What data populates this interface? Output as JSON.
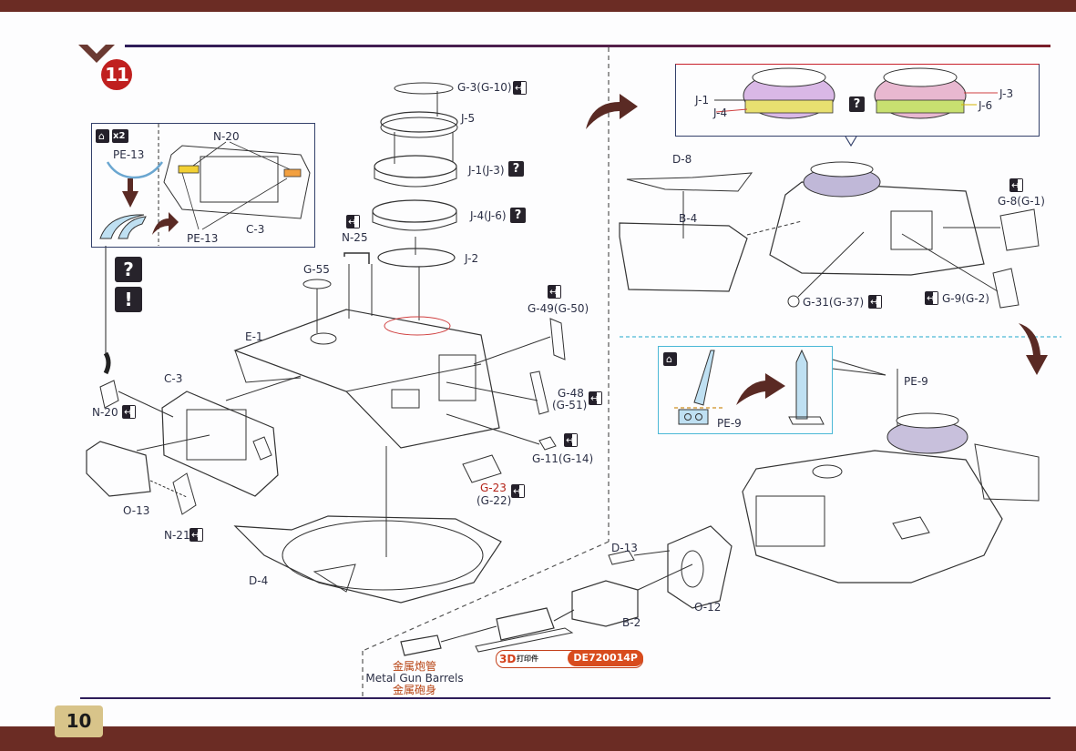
{
  "page": {
    "number": "10",
    "step": "11",
    "colors": {
      "band": "#6b2c24",
      "accent_red": "#c0201f",
      "page_tab": "#d8c48a",
      "rule": "#2e1d5a"
    }
  },
  "inset_pe13": {
    "qty_label": "x2",
    "icons": [
      "bend-photo-etch-icon"
    ],
    "part_label": "PE-13",
    "c3_labels": {
      "n20": "N-20",
      "pe13": "PE-13",
      "c3": "C-3"
    }
  },
  "turret_stack": [
    {
      "part": "G-3(G-10)",
      "icon": "swap-alt-icon"
    },
    {
      "part": "J-5"
    },
    {
      "part": "J-1(J-3)",
      "icon": "question-icon"
    },
    {
      "part": "J-4(J-6)",
      "icon": "question-icon"
    },
    {
      "part": "J-2"
    }
  ],
  "left_labels": {
    "n25": "N-25",
    "g55": "G-55",
    "e1": "E-1",
    "c3": "C-3",
    "n20": "N-20",
    "o13": "O-13",
    "n21": "N-21",
    "d4": "D-4"
  },
  "right_column_labels": {
    "g49": "G-49(G-50)",
    "g48_a": "G-48",
    "g48_b": "(G-51)",
    "g11": "G-11(G-14)",
    "g23_a": "G-23",
    "g23_b": "(G-22)"
  },
  "side_icons": {
    "question": "?",
    "warning": "!"
  },
  "option_box": {
    "left": {
      "upper": "J-1",
      "lower": "J-4"
    },
    "right": {
      "upper": "J-3",
      "lower": "J-6"
    },
    "question": "?"
  },
  "upper_right_labels": {
    "d8": "D-8",
    "b4": "B-4",
    "g8": "G-8(G-1)",
    "g31": "G-31(G-37)",
    "g9": "G-9(G-2)"
  },
  "pe9_inset": {
    "part_label": "PE-9",
    "callout_label": "PE-9"
  },
  "gun_assembly": {
    "d13": "D-13",
    "o12": "O-12",
    "b2": "B-2",
    "barrel_cn_1": "金属炮管",
    "barrel_en": "Metal Gun Barrels",
    "barrel_cn_2": "金属砲身",
    "badge_3d": "3D",
    "badge_text": "打印件",
    "badge_code": "DE720014P"
  }
}
